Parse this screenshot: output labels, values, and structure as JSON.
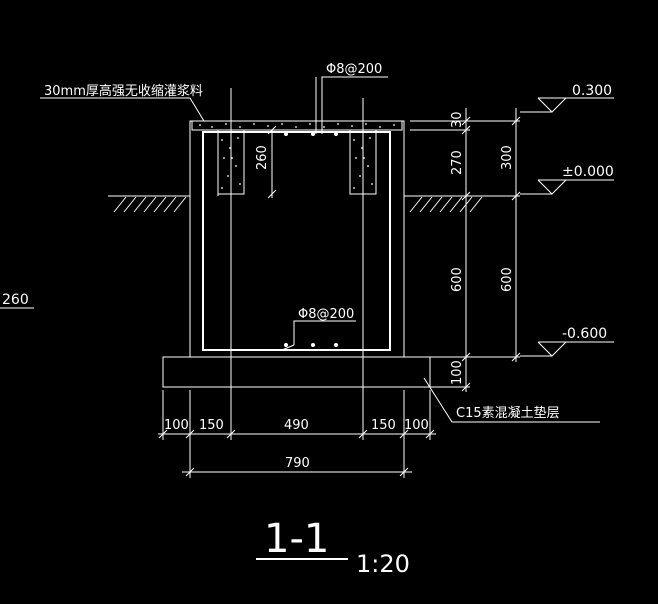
{
  "drawing": {
    "section_title": "1-1",
    "scale": "1:20",
    "grout_note": "30mm厚高强无收缩灌浆料",
    "rebar_top": "Φ8@200",
    "rebar_bottom": "Φ8@200",
    "cushion_note": "C15素混凝土垫层",
    "left_partial_text": "260",
    "inner_dim": "260",
    "elevations": [
      {
        "label": "0.300"
      },
      {
        "label": "±0.000"
      },
      {
        "label": "-0.600"
      }
    ],
    "right_dims": {
      "inner_30": "30",
      "inner_270": "270",
      "inner_600": "600",
      "inner_100": "100",
      "outer_300": "300",
      "outer_600": "600"
    },
    "bottom_dims": [
      "100",
      "150",
      "490",
      "150",
      "100"
    ],
    "total_width": "790"
  }
}
